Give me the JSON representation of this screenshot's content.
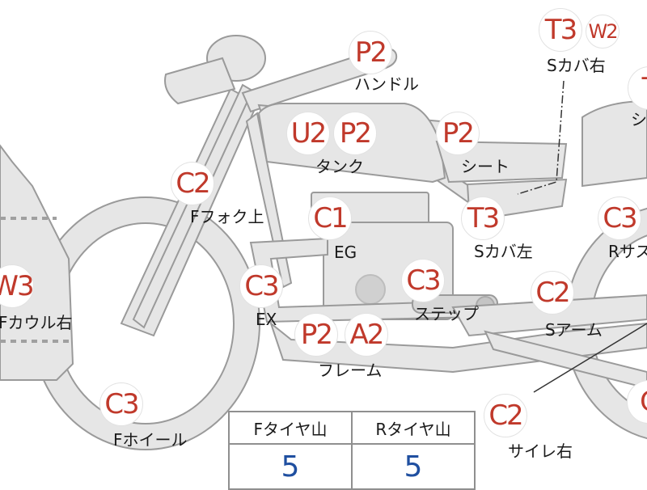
{
  "parts": {
    "handle": {
      "grade": "P2",
      "label": "ハンドル"
    },
    "tank_u2": {
      "grade": "U2"
    },
    "tank": {
      "grade": "P2",
      "label": "タンク"
    },
    "seat": {
      "grade": "P2",
      "label": "シート"
    },
    "s_cover_r": {
      "grade": "T3",
      "grade2": "W2",
      "label": "Sカバ右"
    },
    "f_fork": {
      "grade": "C2",
      "label": "Fフォク上"
    },
    "engine": {
      "grade": "C1",
      "label": "EG"
    },
    "s_cover_l": {
      "grade": "T3",
      "label": "Sカバ左"
    },
    "r_sus": {
      "grade": "C3",
      "label": "Rサス"
    },
    "f_cowl_r": {
      "grade": "W3",
      "label": "Fカウル右"
    },
    "exhaust": {
      "grade": "C3",
      "label": "EX"
    },
    "step": {
      "grade": "C3",
      "label": "ステップ"
    },
    "s_arm": {
      "grade": "C2",
      "label": "Sアーム"
    },
    "frame": {
      "grade": "P2",
      "grade2": "A2",
      "label": "フレーム"
    },
    "f_wheel": {
      "grade": "C3",
      "label": "Fホイール"
    },
    "silencer_r": {
      "grade": "C2",
      "label": "サイレ右"
    },
    "r_top_partial": {
      "grade": "T",
      "label": "シ"
    },
    "r_wheel_partial": {
      "grade": "C"
    }
  },
  "tire_table": {
    "headers": [
      "Fタイヤ山",
      "Rタイヤ山"
    ],
    "values": [
      "5",
      "5"
    ]
  }
}
